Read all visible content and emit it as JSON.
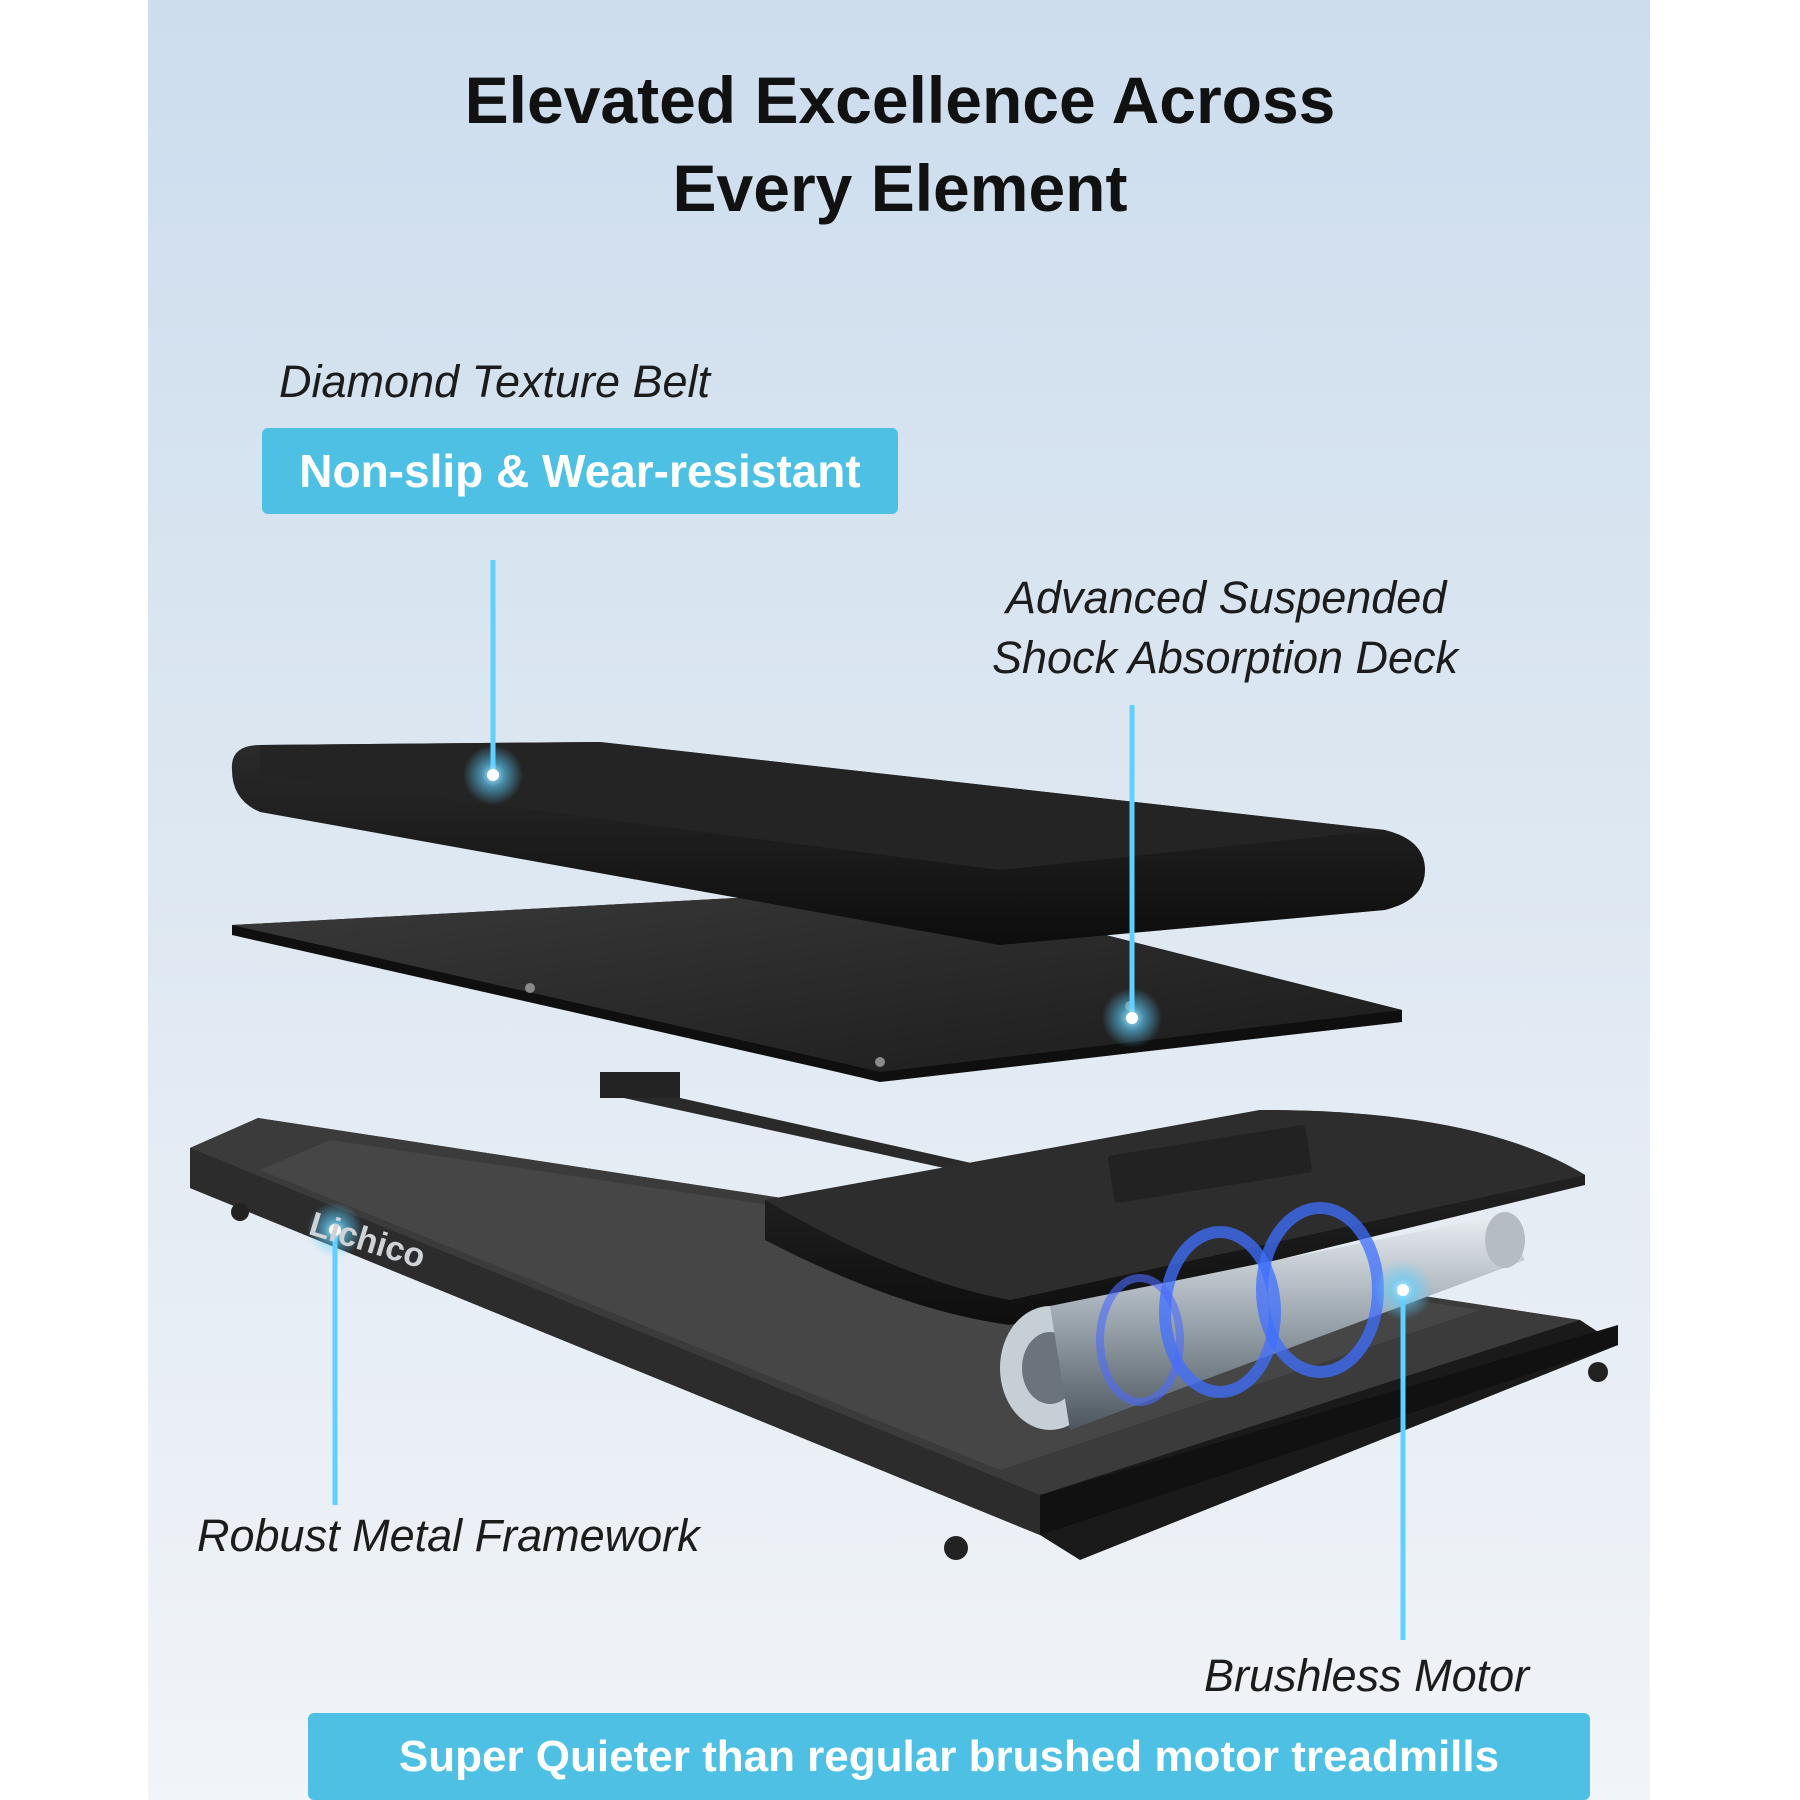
{
  "headline": {
    "line1": "Elevated Excellence Across",
    "line2": "Every Element"
  },
  "features": {
    "belt": {
      "label": "Diamond Texture Belt",
      "badge": "Non-slip & Wear-resistant"
    },
    "deck": {
      "label_line1": "Advanced Suspended",
      "label_line2": "Shock Absorption Deck"
    },
    "frame": {
      "label": "Robust Metal Framework"
    },
    "motor": {
      "label": "Brushless Motor",
      "badge": "Super Quieter than regular brushed motor treadmills"
    }
  },
  "brand": {
    "name": "Lichico"
  },
  "colors": {
    "accent": "#4ec0e4",
    "pointer": "#5fd0ff"
  }
}
